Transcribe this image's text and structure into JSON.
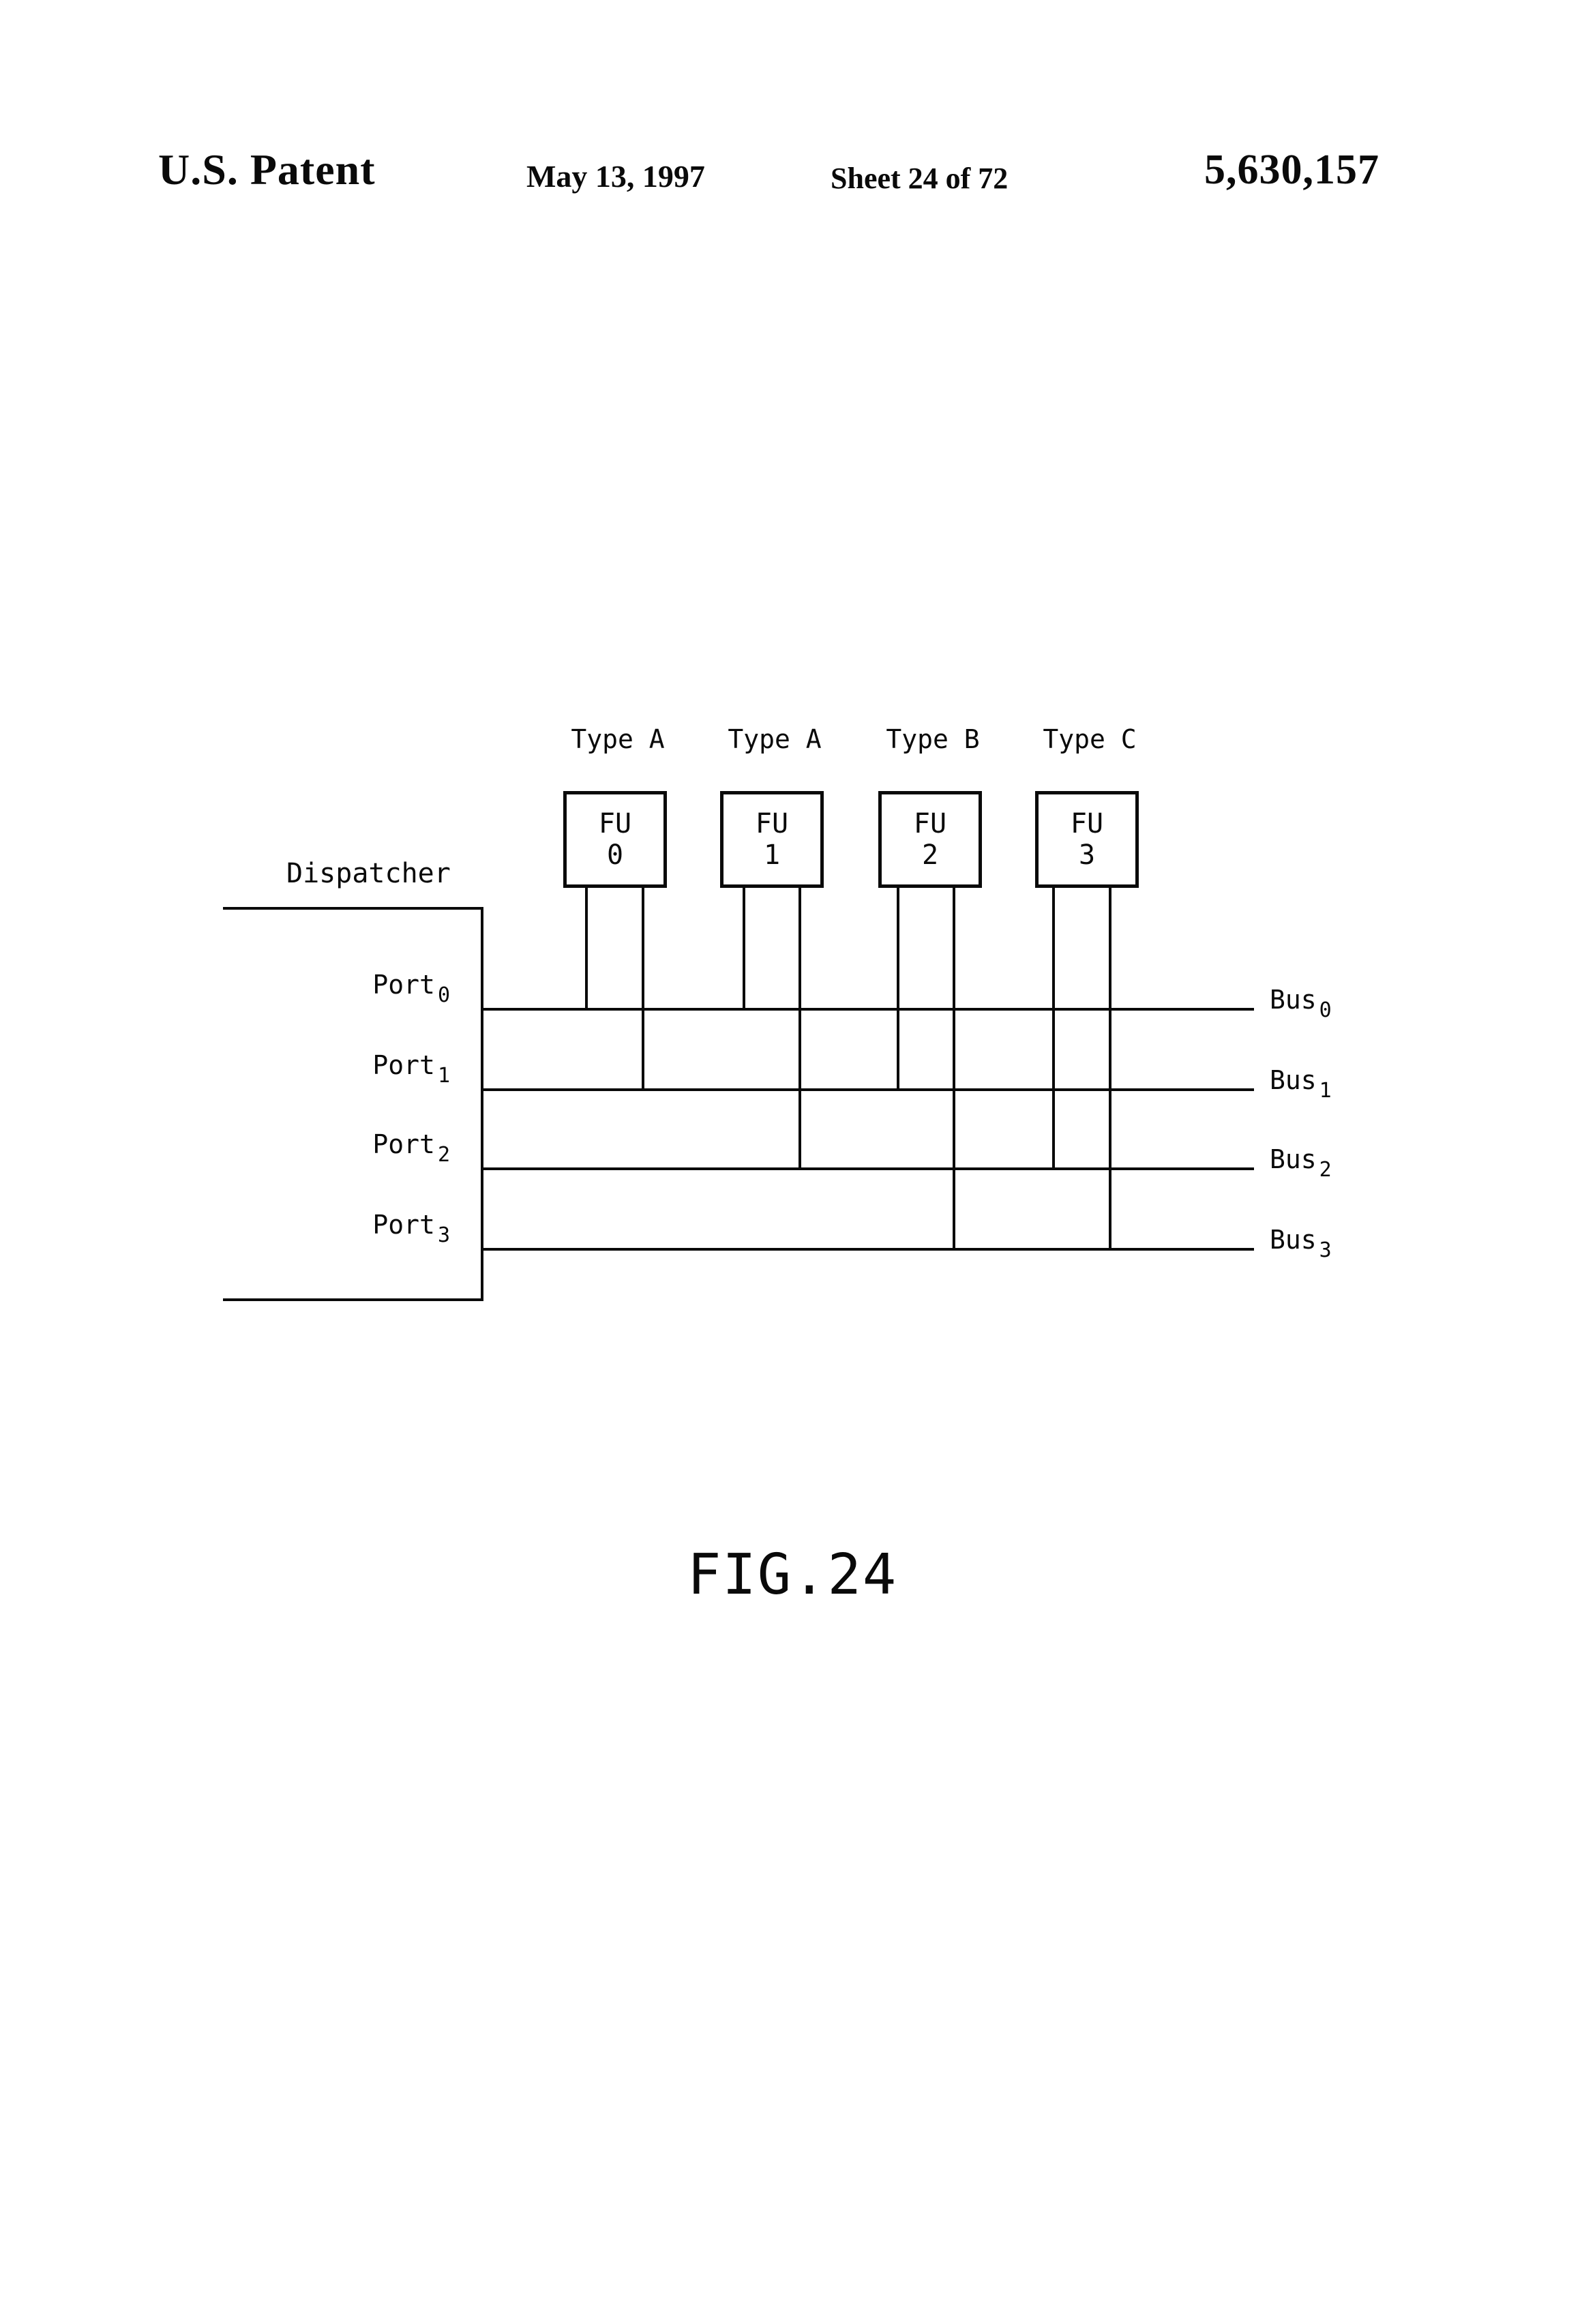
{
  "page": {
    "header": {
      "title": "U.S. Patent",
      "date": "May 13, 1997",
      "sheet": "Sheet 24 of 72",
      "patent_number": "5,630,157"
    },
    "figure_label": "FIG.24"
  },
  "diagram": {
    "dispatcher": {
      "label": "Dispatcher"
    },
    "functional_units": [
      {
        "type": "Type A",
        "name": "FU",
        "number": "0"
      },
      {
        "type": "Type A",
        "name": "FU",
        "number": "1"
      },
      {
        "type": "Type B",
        "name": "FU",
        "number": "2"
      },
      {
        "type": "Type C",
        "name": "FU",
        "number": "3"
      }
    ],
    "ports": [
      {
        "label": "Port",
        "sub": "0"
      },
      {
        "label": "Port",
        "sub": "1"
      },
      {
        "label": "Port",
        "sub": "2"
      },
      {
        "label": "Port",
        "sub": "3"
      }
    ],
    "buses": [
      {
        "label": "Bus",
        "sub": "0"
      },
      {
        "label": "Bus",
        "sub": "1"
      },
      {
        "label": "Bus",
        "sub": "2"
      },
      {
        "label": "Bus",
        "sub": "3"
      }
    ],
    "connections": [
      {
        "fu": "FU 0",
        "to": [
          "Bus 0",
          "Bus 1"
        ]
      },
      {
        "fu": "FU 1",
        "to": [
          "Bus 0",
          "Bus 2"
        ]
      },
      {
        "fu": "FU 2",
        "to": [
          "Bus 1",
          "Bus 3"
        ]
      },
      {
        "fu": "FU 3",
        "to": [
          "Bus 2",
          "Bus 3"
        ]
      }
    ]
  }
}
